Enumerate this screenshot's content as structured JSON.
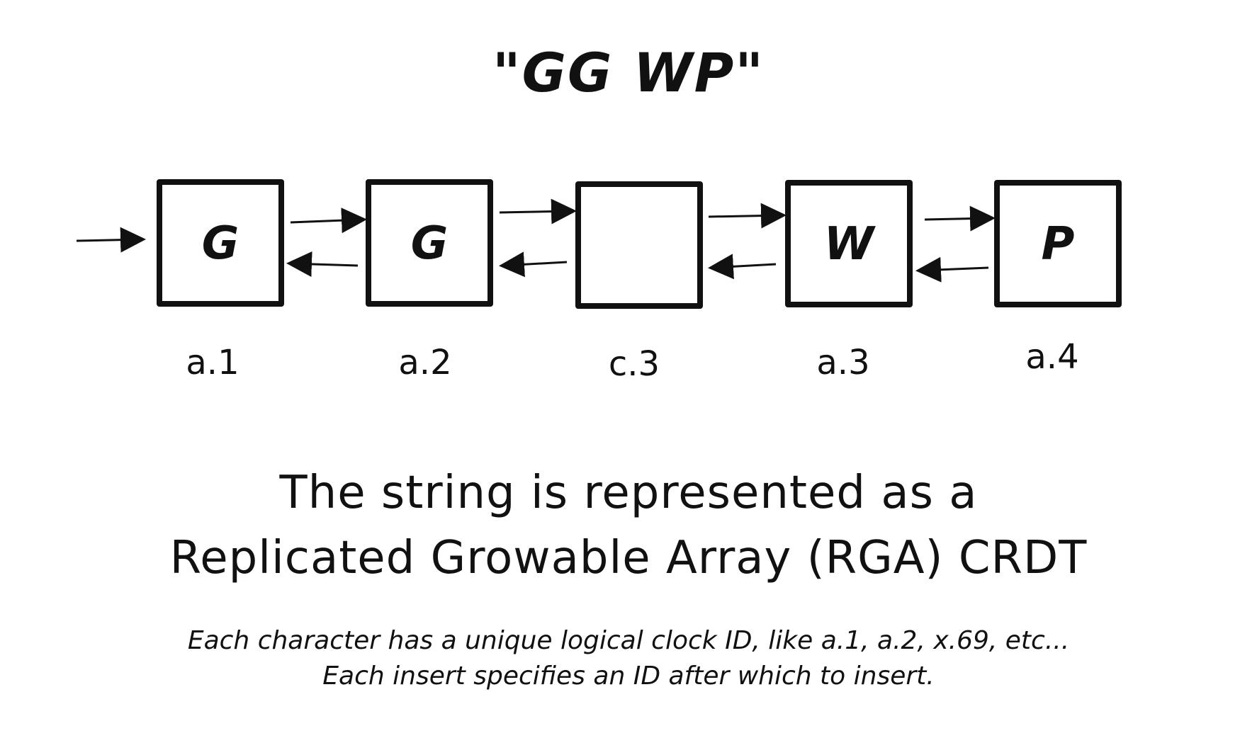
{
  "title": "\"GG WP\"",
  "nodes": [
    {
      "char": "G",
      "id": "a.1"
    },
    {
      "char": "G",
      "id": "a.2"
    },
    {
      "char": "",
      "id": "c.3"
    },
    {
      "char": "W",
      "id": "a.3"
    },
    {
      "char": "P",
      "id": "a.4"
    }
  ],
  "headline": {
    "line1": "The string is represented as a",
    "line2": "Replicated Growable Array (RGA) CRDT"
  },
  "caption": {
    "line1": "Each character has a unique logical clock ID, like a.1, a.2, x.69, etc...",
    "line2": "Each insert specifies an ID after which to insert."
  },
  "colors": {
    "ink": "#111111",
    "background": "#ffffff"
  }
}
